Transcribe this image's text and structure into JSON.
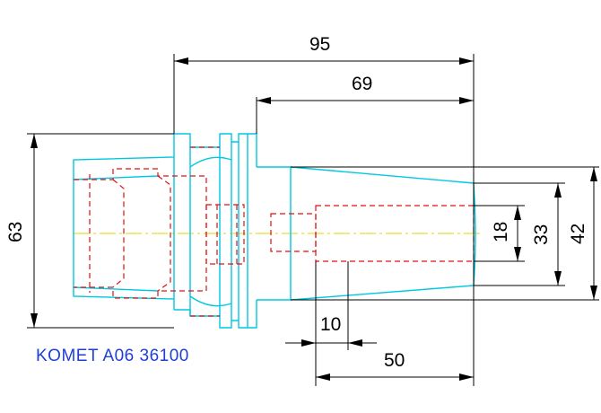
{
  "drawing": {
    "label": "KOMET A06 36100",
    "colors": {
      "outline": "#00c8e0",
      "hidden": "#e01010",
      "centerline": "#e6d400",
      "dimension": "#000000",
      "label": "#1f3fd6"
    },
    "dimensions": {
      "overall_length": "95",
      "flange_to_end": "69",
      "body_diameter": "63",
      "end_diameter": "42",
      "bore_diameter": "33",
      "inner_bore": "18",
      "chamfer_length": "10",
      "bore_depth": "50"
    }
  }
}
